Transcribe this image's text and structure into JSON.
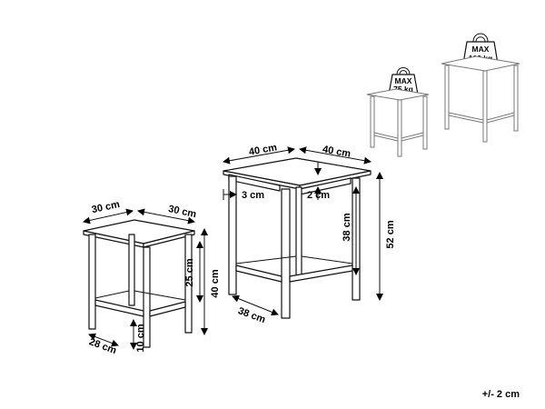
{
  "small_table": {
    "width": "30 cm",
    "depth": "30 cm",
    "leg_depth": "28 cm",
    "inner_height": "25 cm",
    "height": "40 cm",
    "bottom_clearance": "10 cm"
  },
  "large_table": {
    "width": "40 cm",
    "depth": "40 cm",
    "leg_inset": "3 cm",
    "apron": "2 cm",
    "inner_height": "38 cm",
    "height": "52 cm",
    "leg_depth": "38 cm"
  },
  "load_small": {
    "label": "MAX",
    "value": "75 kg"
  },
  "load_large": {
    "label": "MAX",
    "value": "100 kg"
  },
  "tolerance": "+/- 2 cm"
}
